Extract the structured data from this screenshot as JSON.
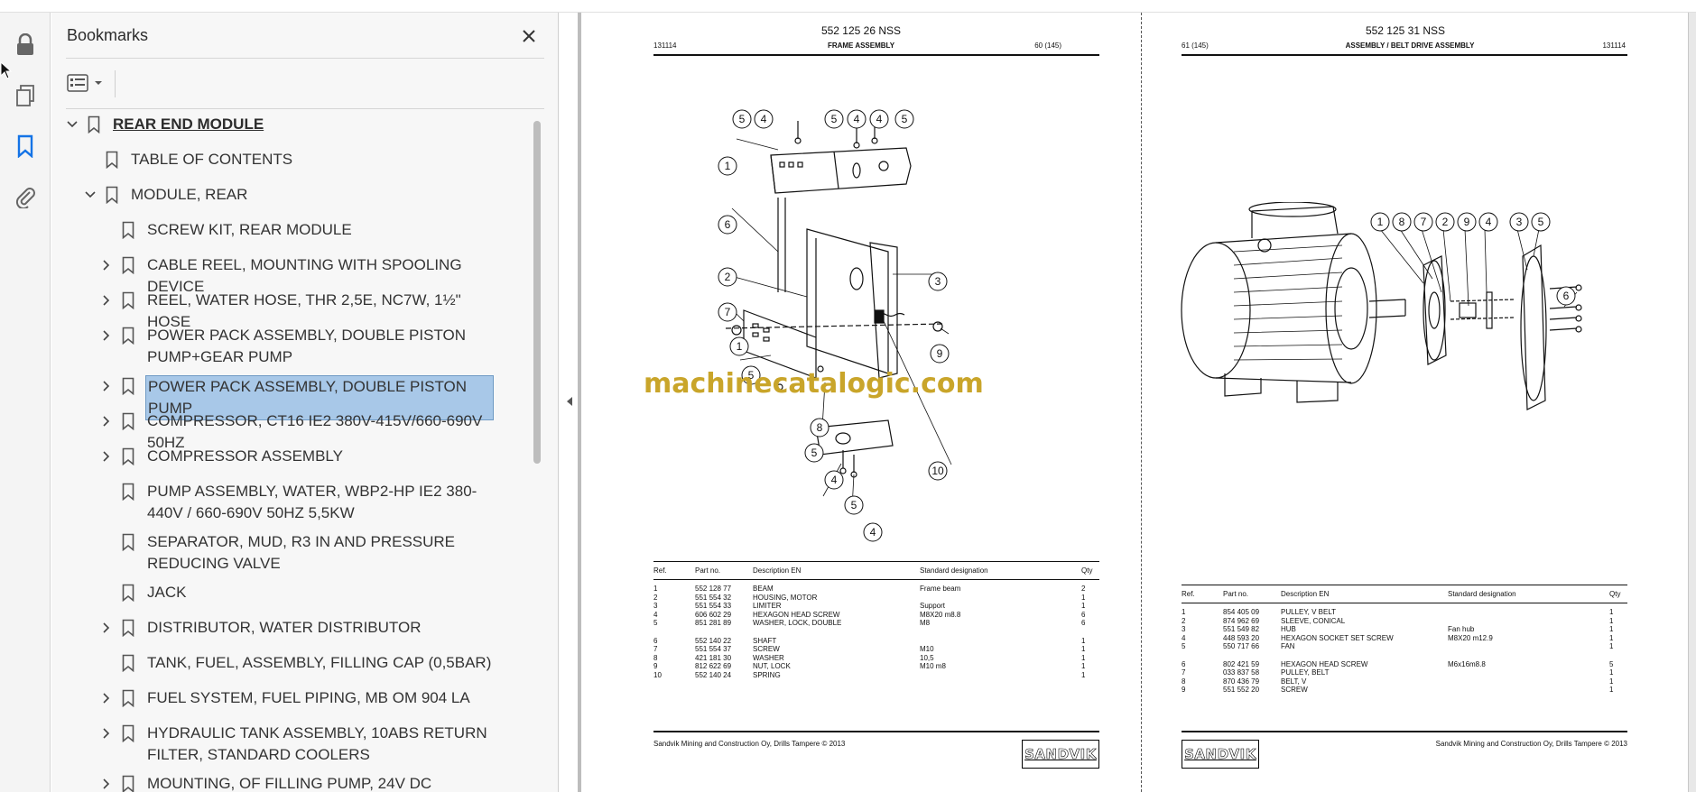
{
  "bookmarks_panel": {
    "title": "Bookmarks",
    "items": [
      {
        "label": "REAR END MODULE",
        "level": 0,
        "expand": "expanded",
        "bold": true,
        "selected": false
      },
      {
        "label": "TABLE OF CONTENTS",
        "level": 1,
        "expand": "none",
        "bold": false,
        "selected": false
      },
      {
        "label": "MODULE, REAR",
        "level": 1,
        "expand": "expanded",
        "bold": false,
        "selected": false
      },
      {
        "label": "SCREW KIT, REAR MODULE",
        "level": 2,
        "expand": "none",
        "bold": false,
        "selected": false
      },
      {
        "label": "CABLE REEL, MOUNTING WITH SPOOLING DEVICE",
        "level": 2,
        "expand": "collapsed",
        "bold": false,
        "selected": false
      },
      {
        "label": "REEL, WATER HOSE, THR 2,5E, NC7W, 1½\" HOSE",
        "level": 2,
        "expand": "collapsed",
        "bold": false,
        "selected": false
      },
      {
        "label": "POWER PACK ASSEMBLY, DOUBLE PISTON PUMP+GEAR PUMP",
        "level": 2,
        "expand": "collapsed",
        "bold": false,
        "selected": false
      },
      {
        "label": "POWER PACK ASSEMBLY, DOUBLE PISTON PUMP",
        "level": 2,
        "expand": "collapsed",
        "bold": false,
        "selected": true
      },
      {
        "label": "COMPRESSOR, CT16 IE2 380V-415V/660-690V 50HZ",
        "level": 2,
        "expand": "collapsed",
        "bold": false,
        "selected": false
      },
      {
        "label": "COMPRESSOR ASSEMBLY",
        "level": 2,
        "expand": "collapsed",
        "bold": false,
        "selected": false
      },
      {
        "label": "PUMP ASSEMBLY, WATER, WBP2-HP IE2 380-440V / 660-690V 50HZ 5,5KW",
        "level": 2,
        "expand": "none",
        "bold": false,
        "selected": false
      },
      {
        "label": "SEPARATOR, MUD, R3 IN AND PRESSURE REDUCING VALVE",
        "level": 2,
        "expand": "none",
        "bold": false,
        "selected": false
      },
      {
        "label": "JACK",
        "level": 2,
        "expand": "none",
        "bold": false,
        "selected": false
      },
      {
        "label": "DISTRIBUTOR, WATER DISTRIBUTOR",
        "level": 2,
        "expand": "collapsed",
        "bold": false,
        "selected": false
      },
      {
        "label": "TANK, FUEL, ASSEMBLY,  FILLING CAP (0,5BAR)",
        "level": 2,
        "expand": "none",
        "bold": false,
        "selected": false
      },
      {
        "label": "FUEL SYSTEM, FUEL PIPING, MB OM 904 LA",
        "level": 2,
        "expand": "collapsed",
        "bold": false,
        "selected": false
      },
      {
        "label": "HYDRAULIC TANK ASSEMBLY, 10ABS RETURN FILTER, STANDARD COOLERS",
        "level": 2,
        "expand": "collapsed",
        "bold": false,
        "selected": false
      },
      {
        "label": "MOUNTING, OF FILLING PUMP, 24V DC",
        "level": 2,
        "expand": "collapsed",
        "bold": false,
        "selected": false
      }
    ]
  },
  "left_page": {
    "assembly_no": "552 125 26 NSS",
    "code": "131114",
    "title": "FRAME ASSEMBLY",
    "page": "60 (145)",
    "table_headers": [
      "Ref.",
      "Part no.",
      "Description EN",
      "Standard designation",
      "Qty"
    ],
    "rows": [
      [
        "1",
        "552 128 77",
        "BEAM",
        "Frame beam",
        "2"
      ],
      [
        "2",
        "551 554 32",
        "HOUSING, MOTOR",
        "",
        "1"
      ],
      [
        "3",
        "551 554 33",
        "LIMITER",
        "Support",
        "1"
      ],
      [
        "4",
        "606 602 29",
        "HEXAGON HEAD SCREW",
        "M8X20 m8.8",
        "6"
      ],
      [
        "5",
        "851 281 89",
        "WASHER, LOCK, DOUBLE",
        "M8",
        "6"
      ],
      [
        "6",
        "552 140 22",
        "SHAFT",
        "",
        "1"
      ],
      [
        "7",
        "551 554 37",
        "SCREW",
        "M10",
        "1"
      ],
      [
        "8",
        "421 181 30",
        "WASHER",
        "10,5",
        "1"
      ],
      [
        "9",
        "812 622 69",
        "NUT, LOCK",
        "M10 m8",
        "1"
      ],
      [
        "10",
        "552 140 24",
        "SPRING",
        "",
        "1"
      ]
    ],
    "footer": "Sandvik Mining and Construction Oy, Drills Tampere © 2013",
    "callouts": [
      "5",
      "4",
      "5",
      "4",
      "4",
      "5",
      "1",
      "6",
      "3",
      "2",
      "7",
      "9",
      "1",
      "5",
      "8",
      "10",
      "5",
      "4",
      "5",
      "4"
    ]
  },
  "right_page": {
    "assembly_no": "552 125 31 NSS",
    "code": "131114",
    "title": "ASSEMBLY / BELT DRIVE ASSEMBLY",
    "page": "61 (145)",
    "table_headers": [
      "Ref.",
      "Part no.",
      "Description EN",
      "Standard designation",
      "Qty"
    ],
    "rows": [
      [
        "1",
        "854 405 09",
        "PULLEY, V BELT",
        "",
        "1"
      ],
      [
        "2",
        "874 962 69",
        "SLEEVE, CONICAL",
        "",
        "1"
      ],
      [
        "3",
        "551 549 82",
        "HUB",
        "Fan hub",
        "1"
      ],
      [
        "4",
        "448 593 20",
        "HEXAGON SOCKET SET SCREW",
        "M8X20 m12.9",
        "1"
      ],
      [
        "5",
        "550 717 66",
        "FAN",
        "",
        "1"
      ],
      [
        "6",
        "802 421 59",
        "HEXAGON HEAD SCREW",
        "M6x16m8.8",
        "5"
      ],
      [
        "7",
        "033 837 58",
        "PULLEY, BELT",
        "",
        "1"
      ],
      [
        "8",
        "870 436 79",
        "BELT, V",
        "",
        "1"
      ],
      [
        "9",
        "551 552 20",
        "SCREW",
        "",
        "1"
      ]
    ],
    "footer": "Sandvik Mining and Construction Oy, Drills Tampere © 2013",
    "callouts": [
      "1",
      "8",
      "7",
      "2",
      "9",
      "4",
      "3",
      "5",
      "6"
    ]
  },
  "brand": "SANDVIK",
  "watermark": "machinecatalogic.com",
  "colors": {
    "accent_blue": "#1473e6",
    "selection": "#a8c8e8",
    "watermark": "#c9a52a"
  },
  "icons": {
    "rail": [
      "lock-icon",
      "pages-icon",
      "bookmark-icon",
      "attachment-icon"
    ],
    "panel": [
      "close-icon",
      "options-icon"
    ]
  }
}
